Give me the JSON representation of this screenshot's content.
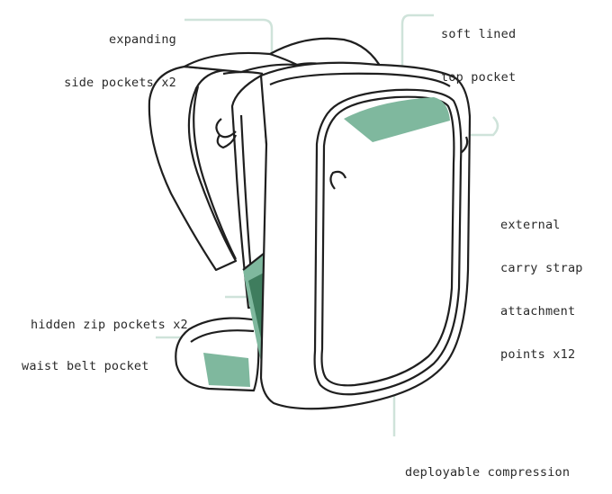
{
  "colors": {
    "outline": "#1f1f1f",
    "accent_light": "#7fb89e",
    "accent_dark": "#3f7d5e",
    "leader": "#cfe3da",
    "text": "#2a2a2a"
  },
  "callouts": {
    "side_pockets": [
      "expanding",
      "side pockets x2"
    ],
    "top_pocket": [
      "soft lined",
      "top pocket"
    ],
    "carry_strap": [
      "external",
      "carry strap",
      "attachment",
      "points x12"
    ],
    "zip_pockets": [
      "hidden zip pockets x2"
    ],
    "waist_pocket": [
      "waist belt pocket"
    ],
    "compression": [
      "deployable compression"
    ]
  }
}
